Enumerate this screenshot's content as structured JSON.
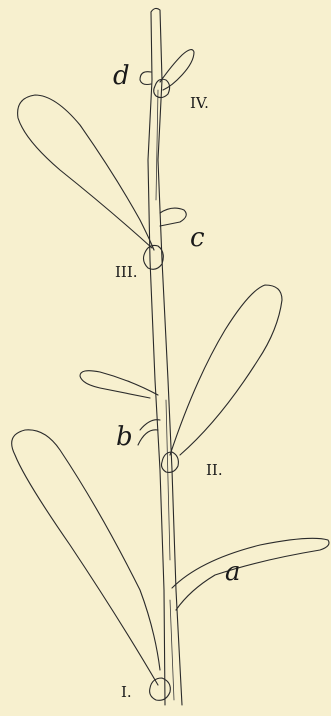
{
  "labels": {
    "a": "a",
    "b": "b",
    "c": "c",
    "d": "d",
    "node_1": "I.",
    "node_2": "II.",
    "node_3": "III.",
    "node_4": "IV."
  },
  "colors": {
    "paper": "#f7f0cf",
    "ink": "#2a2a2a"
  }
}
